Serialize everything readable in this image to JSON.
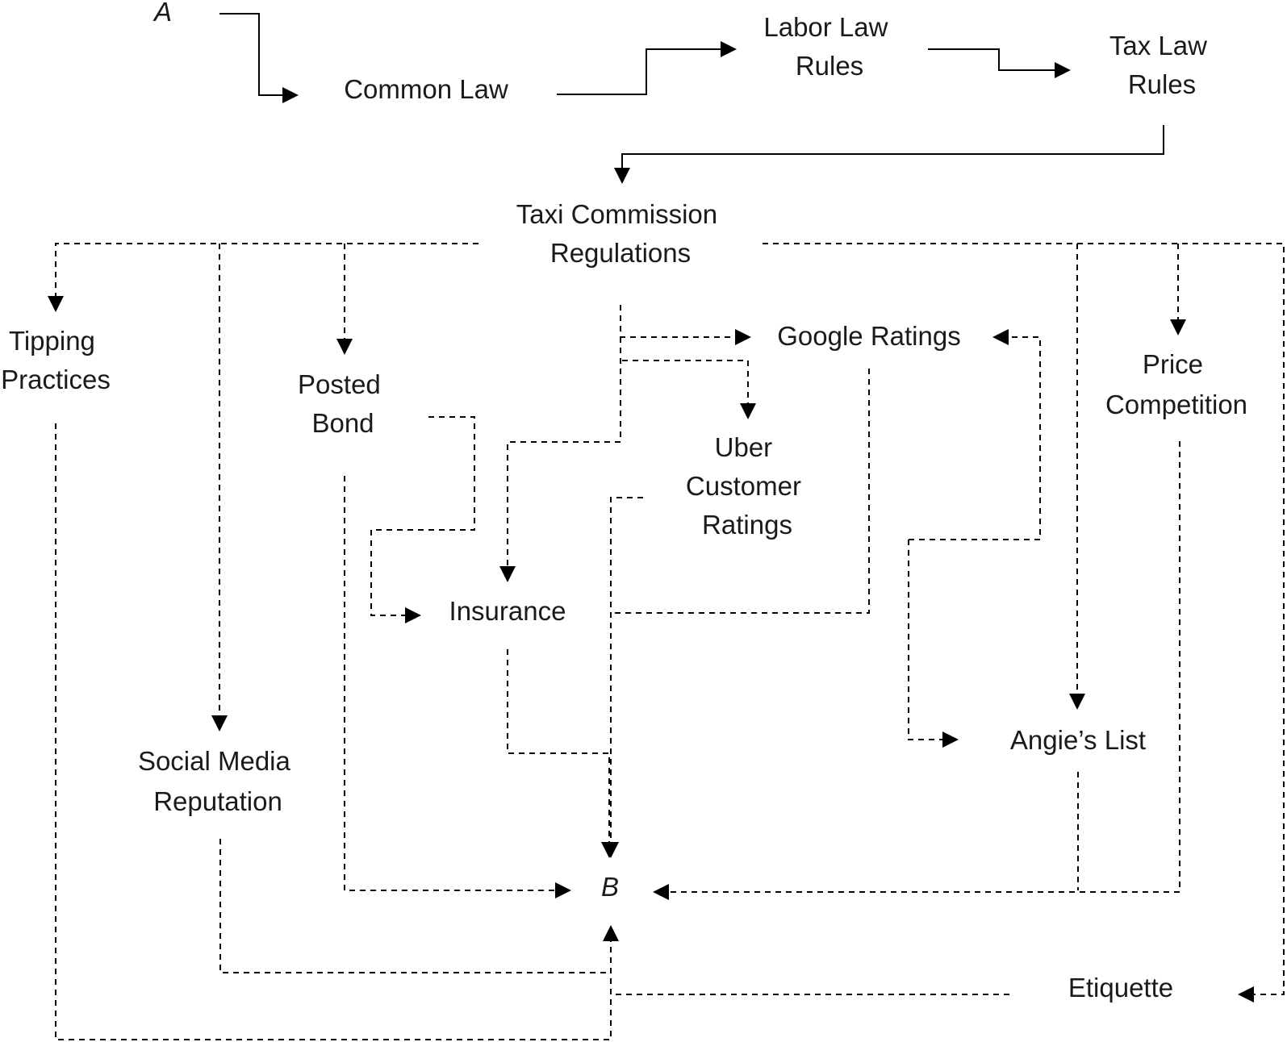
{
  "nodes": {
    "a": {
      "lines": [
        "A"
      ]
    },
    "common_law": {
      "lines": [
        "Common Law"
      ]
    },
    "labor_law": {
      "lines": [
        "Labor Law",
        "Rules"
      ]
    },
    "tax_law": {
      "lines": [
        "Tax Law",
        "Rules"
      ]
    },
    "taxi_commission": {
      "lines": [
        "Taxi Commission",
        "Regulations"
      ]
    },
    "tipping": {
      "lines": [
        "Tipping",
        "Practices"
      ]
    },
    "posted_bond": {
      "lines": [
        "Posted",
        "Bond"
      ]
    },
    "google_ratings": {
      "lines": [
        "Google Ratings"
      ]
    },
    "uber_ratings": {
      "lines": [
        "Uber",
        "Customer",
        "Ratings"
      ]
    },
    "price_competition": {
      "lines": [
        "Price",
        "Competition"
      ]
    },
    "insurance": {
      "lines": [
        "Insurance"
      ]
    },
    "angies_list": {
      "lines": [
        "Angie’s List"
      ]
    },
    "social_media": {
      "lines": [
        "Social Media",
        "Reputation"
      ]
    },
    "b": {
      "lines": [
        "B"
      ]
    },
    "etiquette": {
      "lines": [
        "Etiquette"
      ]
    }
  }
}
